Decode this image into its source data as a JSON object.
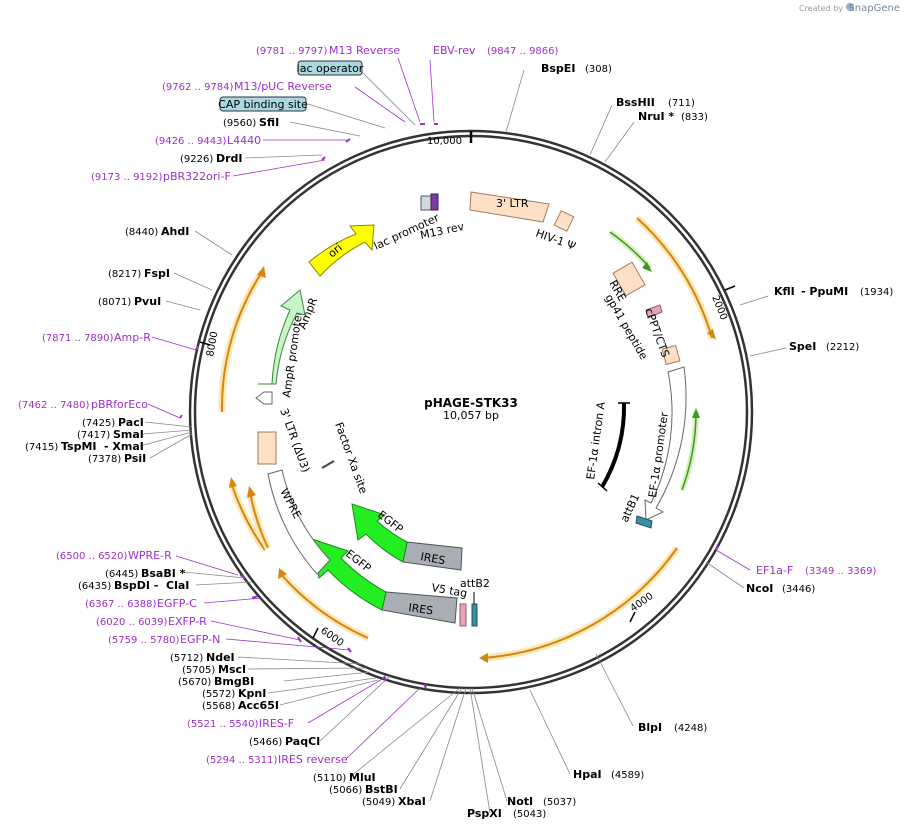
{
  "plasmid": {
    "name": "pHAGE-STK33",
    "length_label": "10,057 bp"
  },
  "credit": {
    "created_by": "Created by",
    "brand": "SnapGene"
  },
  "ticks": [
    "10,000",
    "2000",
    "4000",
    "6000",
    "8000"
  ],
  "sites": [
    {
      "name": "BspEI",
      "pos": "(308)"
    },
    {
      "name": "BssHII",
      "pos": "(711)"
    },
    {
      "name": "NruI *",
      "pos": "(833)"
    },
    {
      "name": "KflI",
      "name2": "- PpuMI",
      "pos": "(1934)"
    },
    {
      "name": "SpeI",
      "pos": "(2212)"
    },
    {
      "name": "NcoI",
      "pos": "(3446)"
    },
    {
      "name": "BlpI",
      "pos": "(4248)"
    },
    {
      "name": "HpaI",
      "pos": "(4589)"
    },
    {
      "name": "NotI",
      "pos": "(5037)"
    },
    {
      "name": "PspXI",
      "pos": "(5043)"
    },
    {
      "name": "XbaI",
      "pos": "(5049)"
    },
    {
      "name": "BstBI",
      "pos": "(5066)"
    },
    {
      "name": "MluI",
      "pos": "(5110)"
    },
    {
      "name": "PaqCI",
      "pos": "(5466)"
    },
    {
      "name": "Acc65I",
      "pos": "(5568)"
    },
    {
      "name": "KpnI",
      "pos": "(5572)"
    },
    {
      "name": "BmgBI",
      "pos": "(5670)"
    },
    {
      "name": "MscI",
      "pos": "(5705)"
    },
    {
      "name": "NdeI",
      "pos": "(5712)"
    },
    {
      "name": "ClaI",
      "pos": ""
    },
    {
      "name": "BspDI -",
      "pos": "(6435)"
    },
    {
      "name": "BsaBI *",
      "pos": "(6445)"
    },
    {
      "name": "PsiI",
      "pos": "(7378)"
    },
    {
      "name": "TspMI",
      "name2": "- XmaI",
      "pos": "(7415)"
    },
    {
      "name": "SmaI",
      "pos": "(7417)"
    },
    {
      "name": "PacI",
      "pos": "(7425)"
    },
    {
      "name": "PvuI",
      "pos": "(8071)"
    },
    {
      "name": "FspI",
      "pos": "(8217)"
    },
    {
      "name": "AhdI",
      "pos": "(8440)"
    },
    {
      "name": "DrdI",
      "pos": "(9226)"
    },
    {
      "name": "SfiI",
      "pos": "(9560)"
    }
  ],
  "primers": [
    {
      "name": "M13 Reverse",
      "range": "(9781 .. 9797)"
    },
    {
      "name": "EBV-rev",
      "range": "(9847 .. 9866)"
    },
    {
      "name": "M13/pUC Reverse",
      "range": "(9762 .. 9784)"
    },
    {
      "name": "L4440",
      "range": "(9426 .. 9443)"
    },
    {
      "name": "pBR322ori-F",
      "range": "(9173 .. 9192)"
    },
    {
      "name": "Amp-R",
      "range": "(7871 .. 7890)"
    },
    {
      "name": "pBRforEco",
      "range": "(7462 .. 7480)"
    },
    {
      "name": "WPRE-R",
      "range": "(6500 .. 6520)"
    },
    {
      "name": "EGFP-C",
      "range": "(6367 .. 6388)"
    },
    {
      "name": "EXFP-R",
      "range": "(6020 .. 6039)"
    },
    {
      "name": "EGFP-N",
      "range": "(5759 .. 5780)"
    },
    {
      "name": "IRES-F",
      "range": "(5521 .. 5540)"
    },
    {
      "name": "IRES reverse",
      "range": "(5294 .. 5311)"
    },
    {
      "name": "EF1a-F",
      "range": "(3349 .. 3369)"
    }
  ],
  "boxed_labels": [
    "lac operator",
    "CAP binding site"
  ],
  "features": {
    "ltr3": "3' LTR",
    "hiv_psi": "HIV-1 Ψ",
    "rre": "RRE",
    "gp41": "gp41 peptide",
    "cppt": "cPPT/CTS",
    "ef1a_promoter": "EF-1α promoter",
    "ef1a_intron": "EF-1α intron A",
    "attb1": "attB1",
    "attb2": "attB2",
    "v5": "V5 tag",
    "ires": "IRES",
    "egfp": "EGFP",
    "factor_xa": "Factor Xa site",
    "wpre": "WPRE",
    "ltr3_au3": "3' LTR (ΔU3)",
    "ampr_promoter": "AmpR promoter",
    "ampr": "AmpR",
    "ori": "ori",
    "lac_promoter": "lac promoter",
    "m13rev": "M13 rev"
  },
  "colors": {
    "primer": "#9b30c9",
    "ltr_fill": "#fde0c5",
    "ori": "#ffff00",
    "ampr": "#c8f5c8",
    "egfp": "#22ee22",
    "ires": "#a9aeb5",
    "orf_arrow": "#d4880f",
    "orf_glow": "#fbe6b5",
    "boxed_fill": "#a8d8e0"
  }
}
